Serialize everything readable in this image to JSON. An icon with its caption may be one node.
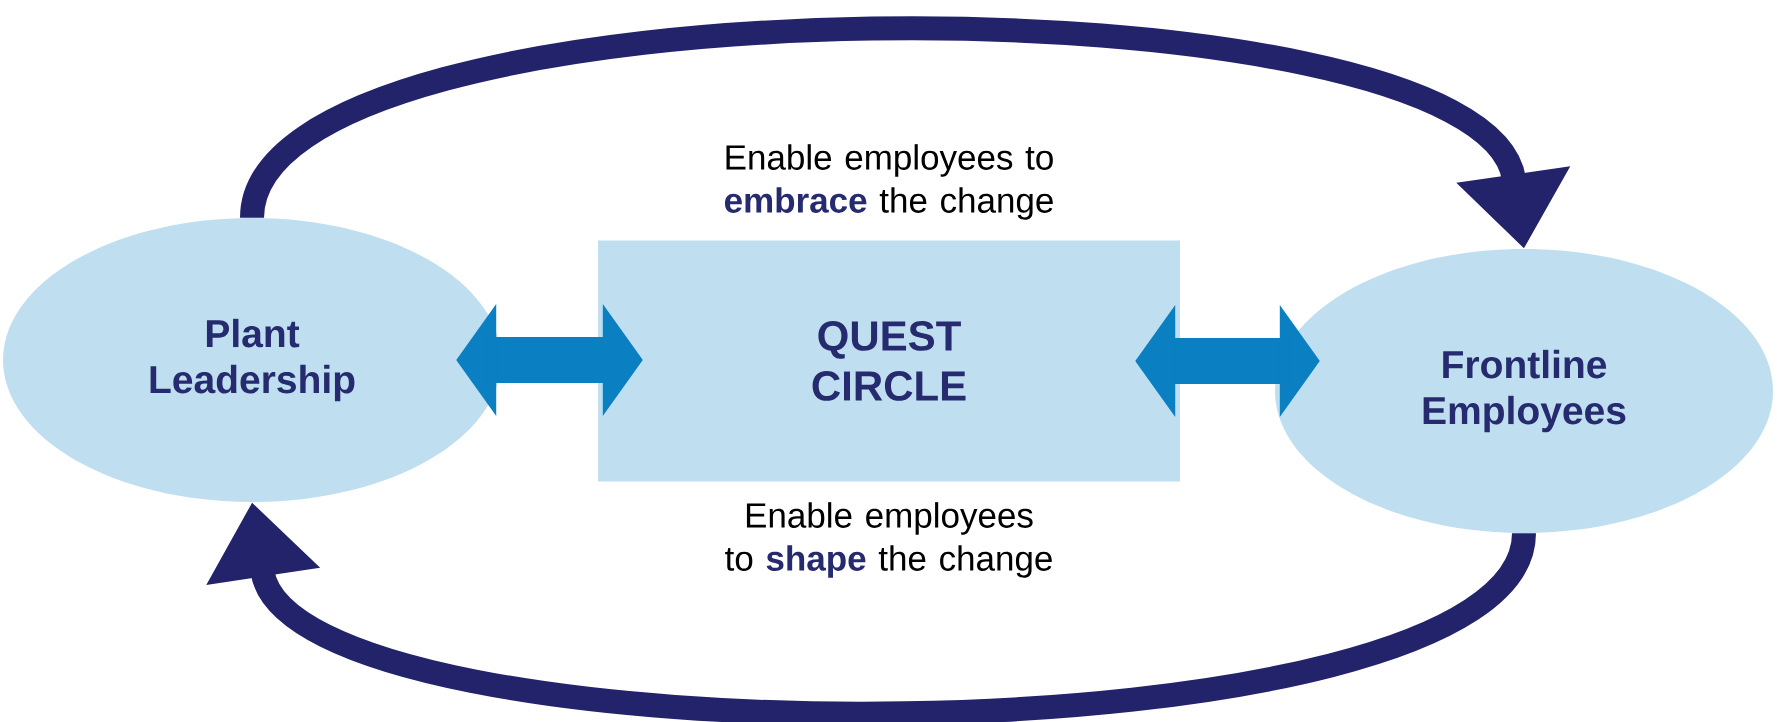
{
  "diagram": {
    "nodes": [
      {
        "text": [
          "Plant Leadership"
        ]
      },
      {
        "text": [
          "QUEST CIRCLE"
        ]
      },
      {
        "text": [
          "Frontline Employees"
        ]
      }
    ],
    "edges": [
      {
        "from": 0,
        "to": 2,
        "arrow": "to"
      },
      {
        "from": 2,
        "to": 0,
        "arrow": "to"
      },
      {
        "from": 0,
        "to": 1,
        "arrow": "both",
        "style": "thick",
        "color": "#0a7fc2"
      },
      {
        "from": 1,
        "to": 2,
        "arrow": "both",
        "style": "thick",
        "color": "#0a7fc2"
      }
    ],
    "labels": [
      "Enable employees to **embrace** the change",
      "Enable employees to **shape** the change"
    ]
  }
}
